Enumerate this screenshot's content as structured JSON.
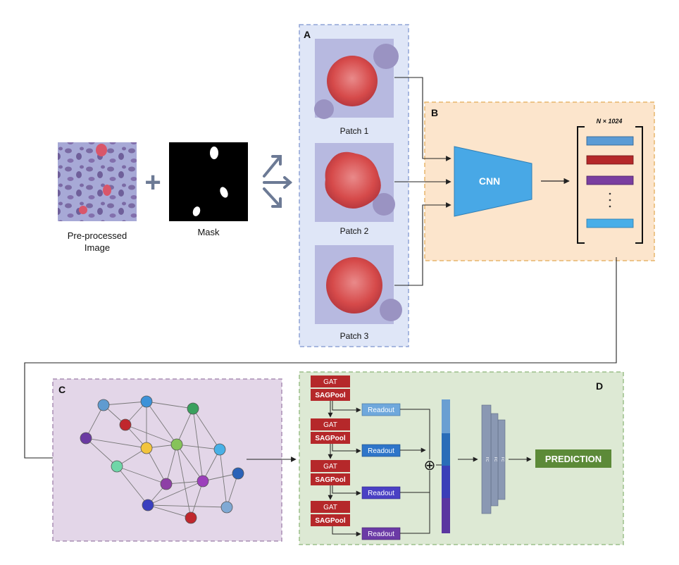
{
  "panels": {
    "a": {
      "label": "A",
      "patches": [
        "Patch 1",
        "Patch 2",
        "Patch 3"
      ]
    },
    "b": {
      "label": "B",
      "cnn_label": "CNN",
      "feature_dim": "N × 1024"
    },
    "c": {
      "label": "C"
    },
    "d": {
      "label": "D",
      "gat_label": "GAT",
      "pool_label": "SAGPool",
      "readout_label": "Readout",
      "fc_label": "FC",
      "concat_symbol": "⊕",
      "prediction_label": "PREDICTION"
    }
  },
  "inputs": {
    "image_caption_line1": "Pre-processed",
    "image_caption_line2": "Image",
    "plus_symbol": "+",
    "mask_caption": "Mask"
  },
  "colors": {
    "panel_a_fill": "#dfe6f7",
    "panel_a_stroke": "#8fa3d6",
    "panel_b_fill": "#fce5cc",
    "panel_b_stroke": "#e7b56c",
    "panel_c_fill": "#e3d6e8",
    "panel_c_stroke": "#a98db4",
    "panel_d_fill": "#dde9d4",
    "panel_d_stroke": "#9cbf8a",
    "cnn": "#48a8e6",
    "gat": "#b5282a",
    "prediction": "#5c8a38",
    "fc": "#8a98b3",
    "feature_vectors": [
      "#5b9bd5",
      "#b5282a",
      "#7a3ea0",
      "#48aee8"
    ],
    "readouts": [
      "#6fa8dc",
      "#2e75c9",
      "#4a40c4",
      "#6b3aa6"
    ],
    "concat_bar": [
      "#6a9fd2",
      "#2a6db8",
      "#3a3fb8",
      "#5b36a0"
    ]
  },
  "graph": {
    "node_colors": [
      "#5f9bd0",
      "#3d92d8",
      "#3aa05e",
      "#c0272d",
      "#6b3aa2",
      "#f2c43d",
      "#86c35a",
      "#48b0e6",
      "#6fd6a8",
      "#2a62b8",
      "#8e3fa6",
      "#9c3fbb",
      "#3a3fbf",
      "#7fa9d4",
      "#c0272d"
    ]
  }
}
